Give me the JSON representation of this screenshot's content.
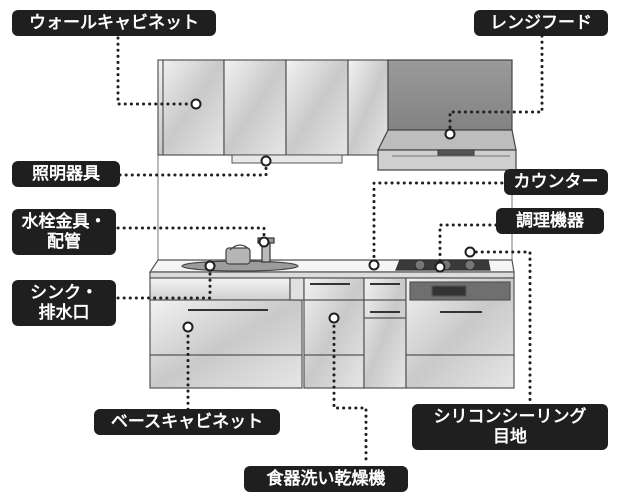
{
  "callouts": {
    "wall_cabinet": "ウォールキャビネット",
    "range_hood": "レンジフード",
    "lighting": "照明器具",
    "counter": "カウンター",
    "faucet_line1": "水栓金具・",
    "faucet_line2": "配管",
    "cooking": "調理機器",
    "sink_line1": "シンク・",
    "sink_line2": "排水口",
    "base_cabinet": "ベースキャビネット",
    "sealing_line1": "シリコンシーリング",
    "sealing_line2": "目地",
    "dishwasher": "食器洗い乾燥機"
  },
  "colors": {
    "label_bg": "#1f1f1f",
    "label_text": "#ffffff",
    "leader": "#1f1f1f",
    "cabinet_light": "#d4d4d4",
    "hood_panel": "#8c8c8c"
  }
}
